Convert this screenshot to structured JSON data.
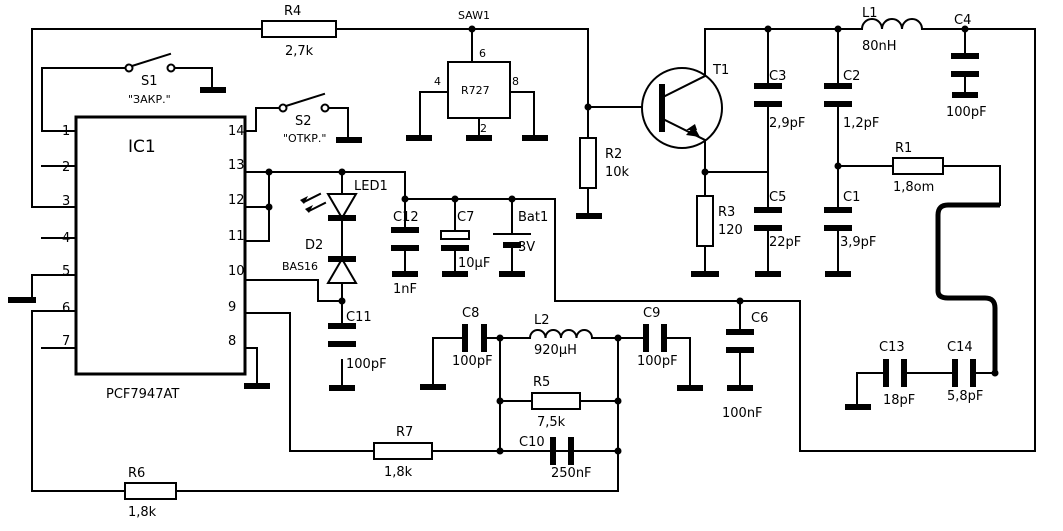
{
  "ic": {
    "name": "IC1",
    "part": "PCF7947AT",
    "pins_left": [
      "1",
      "2",
      "3",
      "4",
      "5",
      "6",
      "7"
    ],
    "pins_right": [
      "14",
      "13",
      "12",
      "11",
      "10",
      "9",
      "8"
    ]
  },
  "switches": {
    "s1": {
      "ref": "S1",
      "note": "\"ЗАКР.\""
    },
    "s2": {
      "ref": "S2",
      "note": "\"ОТКР.\""
    }
  },
  "saw": {
    "ref": "SAW1",
    "part": "R727",
    "pins": [
      "6",
      "4",
      "8",
      "2"
    ]
  },
  "transistor": {
    "ref": "T1"
  },
  "resistors": {
    "r1": {
      "ref": "R1",
      "value": "1,8om"
    },
    "r2": {
      "ref": "R2",
      "value": "10k"
    },
    "r3": {
      "ref": "R3",
      "value": "120"
    },
    "r4": {
      "ref": "R4",
      "value": "2,7k"
    },
    "r5": {
      "ref": "R5",
      "value": "7,5k"
    },
    "r6": {
      "ref": "R6",
      "value": "1,8k"
    },
    "r7": {
      "ref": "R7",
      "value": "1,8k"
    }
  },
  "capacitors": {
    "c1": {
      "ref": "C1",
      "value": "3,9pF"
    },
    "c2": {
      "ref": "C2",
      "value": "1,2pF"
    },
    "c3": {
      "ref": "C3",
      "value": "2,9pF"
    },
    "c4": {
      "ref": "C4",
      "value": "100pF"
    },
    "c5": {
      "ref": "C5",
      "value": "22pF"
    },
    "c6": {
      "ref": "C6",
      "value": "100nF"
    },
    "c7": {
      "ref": "C7",
      "value": "10µF"
    },
    "c8": {
      "ref": "C8",
      "value": "100pF"
    },
    "c9": {
      "ref": "C9",
      "value": "100pF"
    },
    "c10": {
      "ref": "C10",
      "value": "250nF"
    },
    "c11": {
      "ref": "C11",
      "value": "100pF"
    },
    "c12": {
      "ref": "C12",
      "value": "1nF"
    },
    "c13": {
      "ref": "C13",
      "value": "18pF"
    },
    "c14": {
      "ref": "C14",
      "value": "5,8pF"
    }
  },
  "inductors": {
    "l1": {
      "ref": "L1",
      "value": "80nH"
    },
    "l2": {
      "ref": "L2",
      "value": "920µH"
    }
  },
  "diodes": {
    "led1": {
      "ref": "LED1"
    },
    "d2": {
      "ref": "D2",
      "part": "BAS16"
    }
  },
  "battery": {
    "ref": "Bat1",
    "value": "3V"
  }
}
